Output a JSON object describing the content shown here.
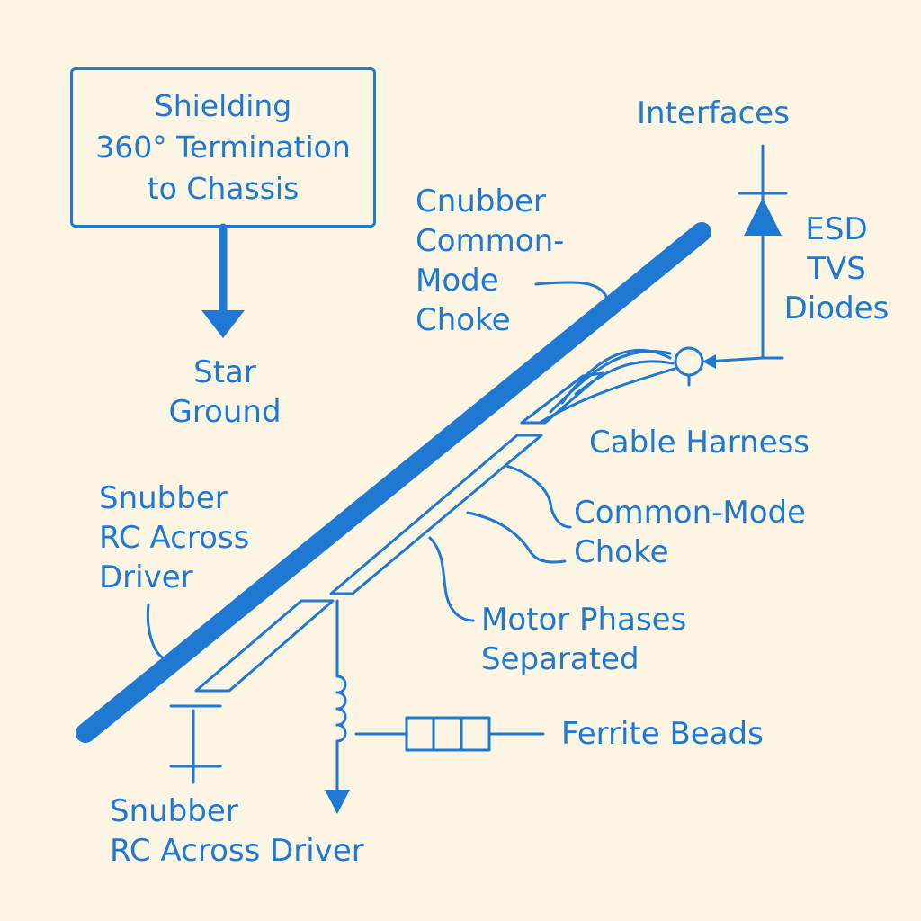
{
  "colors": {
    "background": "#fdf5e4",
    "accent": "#1f78d1"
  },
  "shielding_box": {
    "line1": "Shielding",
    "line2": "360° Termination",
    "line3": "to Chassis"
  },
  "star_ground": {
    "line1": "Star",
    "line2": "Ground"
  },
  "interfaces": "Interfaces",
  "esd": {
    "line1": "ESD",
    "line2": "TVS",
    "line3": "Diodes"
  },
  "cnubber": {
    "line1": "Cnubber",
    "line2": "Common-",
    "line3": "Mode",
    "line4": "Choke"
  },
  "cable_harness": "Cable Harness",
  "common_mode_choke": {
    "line1": "Common-Mode",
    "line2": "Choke"
  },
  "motor_phases": {
    "line1": "Motor Phases",
    "line2": "Separated"
  },
  "snubber_left": {
    "line1": "Snubber",
    "line2": "RC Across",
    "line3": "Driver"
  },
  "ferrite_beads": "Ferrite Beads",
  "snubber_bottom": {
    "line1": "Snubber",
    "line2": "RC Across Driver"
  }
}
